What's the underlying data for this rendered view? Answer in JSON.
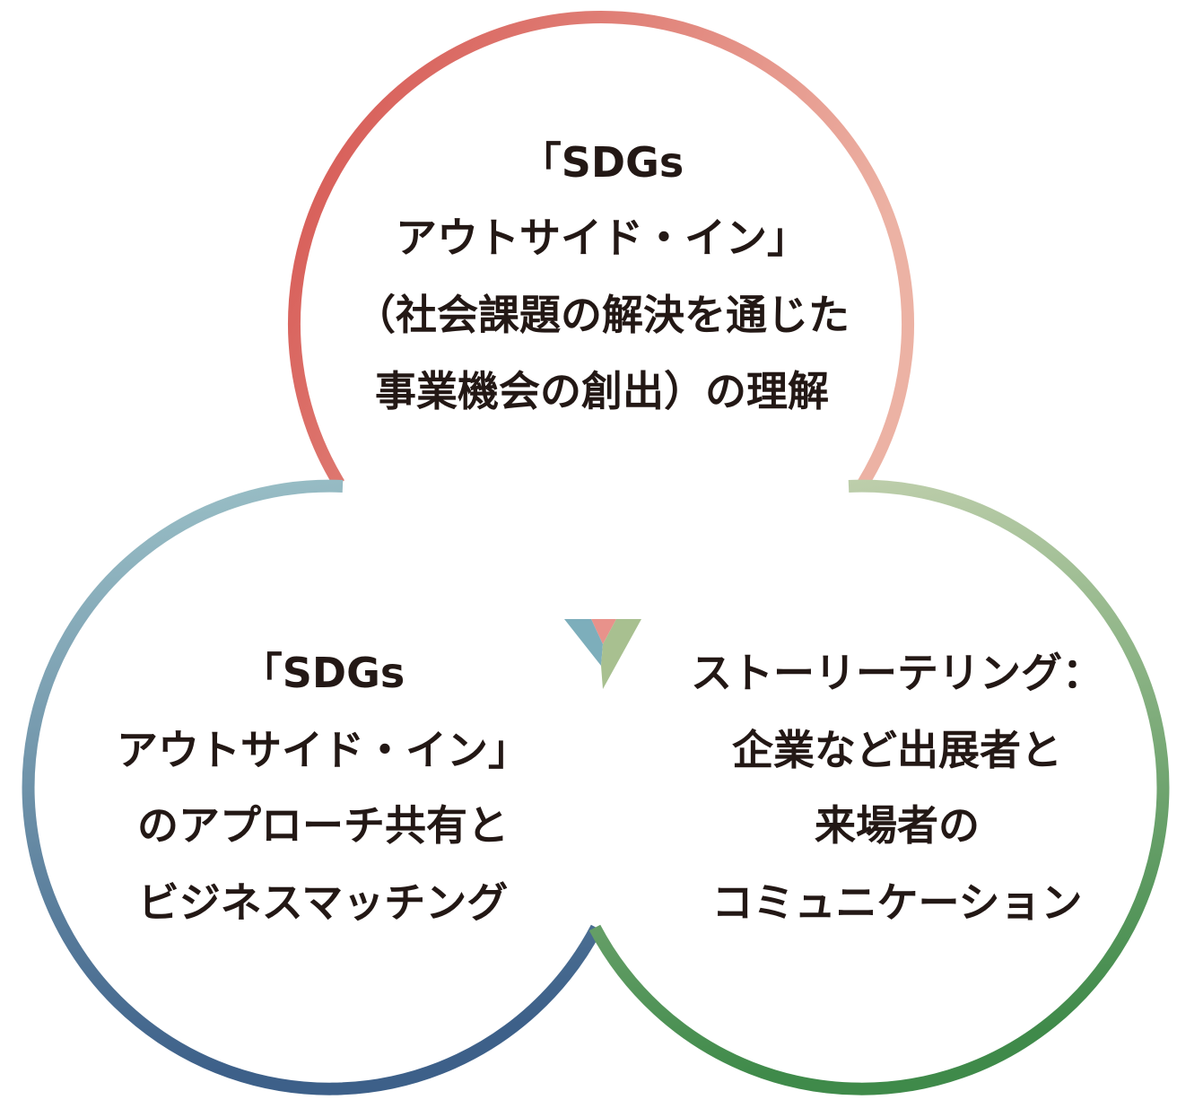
{
  "diagram": {
    "circles": [
      {
        "id": "top",
        "lines": [
          "「SDGs",
          "アウトサイド・イン」",
          "（社会課題の解決を通じた",
          "事業機会の創出）の理解"
        ],
        "gradient_colors": [
          "#d5534f",
          "#ecb2a4"
        ]
      },
      {
        "id": "left",
        "lines": [
          "「SDGs",
          "アウトサイド・イン」",
          "のアプローチ共有と",
          "ビジネスマッチング"
        ],
        "gradient_colors": [
          "#9dc2c8",
          "#3d6089"
        ]
      },
      {
        "id": "right",
        "lines": [
          "ストーリーテリング：",
          "企業など出展者と",
          "来場者の",
          "コミュニケーション"
        ],
        "gradient_colors": [
          "#c5d2b1",
          "#3f8a4a"
        ]
      }
    ],
    "center_marker": {
      "colors": [
        "#e8928b",
        "#7daebb",
        "#a8c090"
      ]
    }
  }
}
